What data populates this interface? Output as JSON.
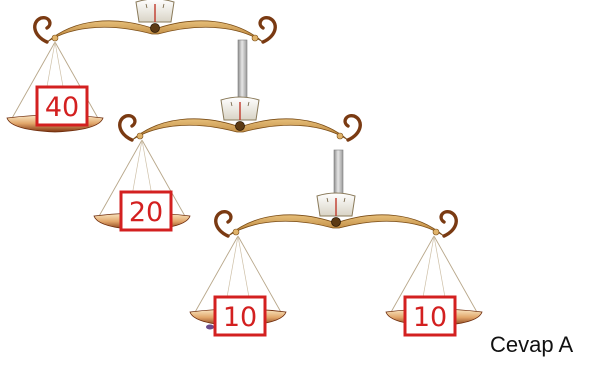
{
  "weights": {
    "top": "40",
    "middle": "20",
    "bottom_left": "10",
    "bottom_right": "10"
  },
  "answer_text": "Cevap A",
  "colors": {
    "beam": "#c9974f",
    "beam_dark": "#8a5a1c",
    "curl": "#7a3a12",
    "pan": "#b85a22",
    "pan_light": "#f3d8a8",
    "label_border": "#d32020",
    "label_text": "#d32020",
    "rod": "#b9b9b9"
  }
}
